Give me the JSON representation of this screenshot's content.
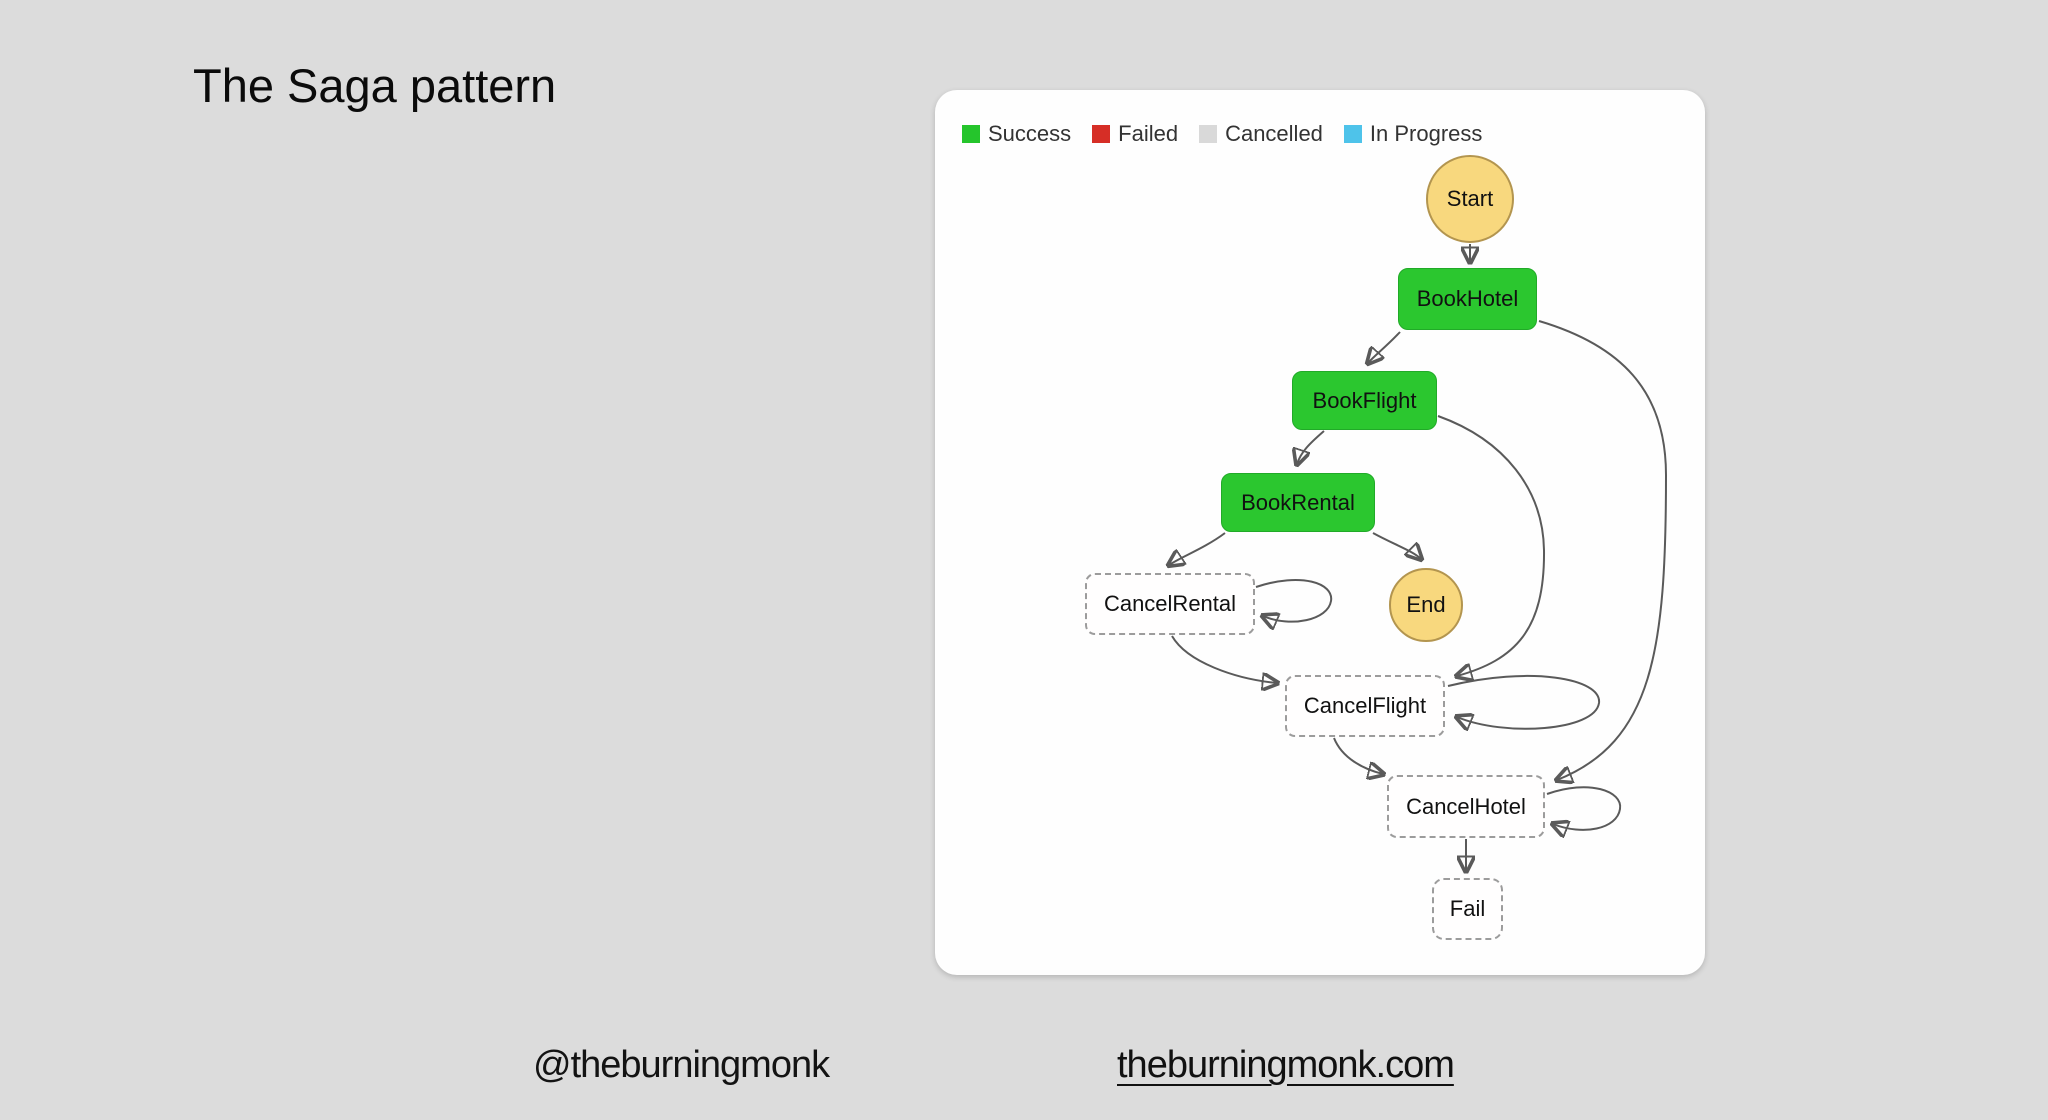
{
  "slide": {
    "title": "The Saga pattern"
  },
  "footer": {
    "handle": "@theburningmonk",
    "website": "theburningmonk.com"
  },
  "legend": {
    "items": [
      {
        "label": "Success",
        "color": "#25c52c"
      },
      {
        "label": "Failed",
        "color": "#d62e26"
      },
      {
        "label": "Cancelled",
        "color": "#d9d9d9"
      },
      {
        "label": "In Progress",
        "color": "#4ec3ea"
      }
    ]
  },
  "diagram": {
    "type": "state-machine",
    "nodes": [
      {
        "id": "start",
        "label": "Start",
        "shape": "circle",
        "status": "in-flow-terminal"
      },
      {
        "id": "book-hotel",
        "label": "BookHotel",
        "shape": "rect",
        "status": "success"
      },
      {
        "id": "book-flight",
        "label": "BookFlight",
        "shape": "rect",
        "status": "success"
      },
      {
        "id": "book-rental",
        "label": "BookRental",
        "shape": "rect",
        "status": "success"
      },
      {
        "id": "cancel-rental",
        "label": "CancelRental",
        "shape": "rect",
        "status": "cancelled"
      },
      {
        "id": "end",
        "label": "End",
        "shape": "circle",
        "status": "in-flow-terminal"
      },
      {
        "id": "cancel-flight",
        "label": "CancelFlight",
        "shape": "rect",
        "status": "cancelled"
      },
      {
        "id": "cancel-hotel",
        "label": "CancelHotel",
        "shape": "rect",
        "status": "cancelled"
      },
      {
        "id": "fail",
        "label": "Fail",
        "shape": "rect",
        "status": "cancelled"
      }
    ],
    "edges": [
      {
        "from": "Start",
        "to": "BookHotel"
      },
      {
        "from": "BookHotel",
        "to": "BookFlight"
      },
      {
        "from": "BookHotel",
        "to": "CancelHotel"
      },
      {
        "from": "BookFlight",
        "to": "BookRental"
      },
      {
        "from": "BookFlight",
        "to": "CancelFlight"
      },
      {
        "from": "BookRental",
        "to": "CancelRental"
      },
      {
        "from": "BookRental",
        "to": "End"
      },
      {
        "from": "CancelRental",
        "to": "CancelRental",
        "self_loop": true
      },
      {
        "from": "CancelRental",
        "to": "CancelFlight"
      },
      {
        "from": "CancelFlight",
        "to": "CancelFlight",
        "self_loop": true
      },
      {
        "from": "CancelFlight",
        "to": "CancelHotel"
      },
      {
        "from": "CancelHotel",
        "to": "CancelHotel",
        "self_loop": true
      },
      {
        "from": "CancelHotel",
        "to": "Fail"
      }
    ],
    "colors": {
      "success_fill": "#2bc72f",
      "terminal_fill": "#f8d87e",
      "terminal_border": "#b3954f",
      "cancelled_border": "#9c9c9c",
      "edge": "#5a5a5a"
    }
  }
}
